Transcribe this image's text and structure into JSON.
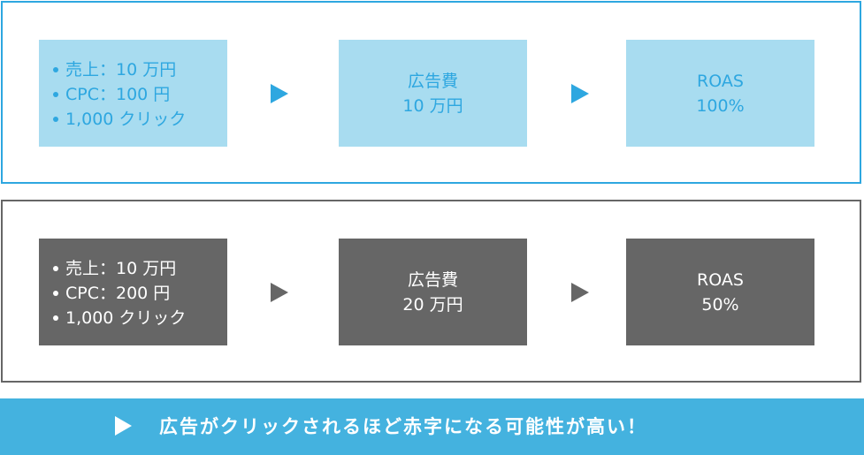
{
  "scenario_1": {
    "assumptions": [
      "売上：10 万円",
      "CPC：100 円",
      "1,000 クリック"
    ],
    "ad_cost_label": "広告費",
    "ad_cost_value": "10 万円",
    "roas_label": "ROAS",
    "roas_value": "100%"
  },
  "scenario_2": {
    "assumptions": [
      "売上：10 万円",
      "CPC：200 円",
      "1,000 クリック"
    ],
    "ad_cost_label": "広告費",
    "ad_cost_value": "20 万円",
    "roas_label": "ROAS",
    "roas_value": "50%"
  },
  "conclusion": "広告がクリックされるほど赤字になる可能性が高い！",
  "colors": {
    "accent": "#2ea7e0",
    "light_accent": "#a8dcf0",
    "gray": "#666666",
    "banner": "#44b2df"
  },
  "icons": {
    "flow_arrow": "triangle-right-icon",
    "banner_arrow": "triangle-right-icon"
  }
}
